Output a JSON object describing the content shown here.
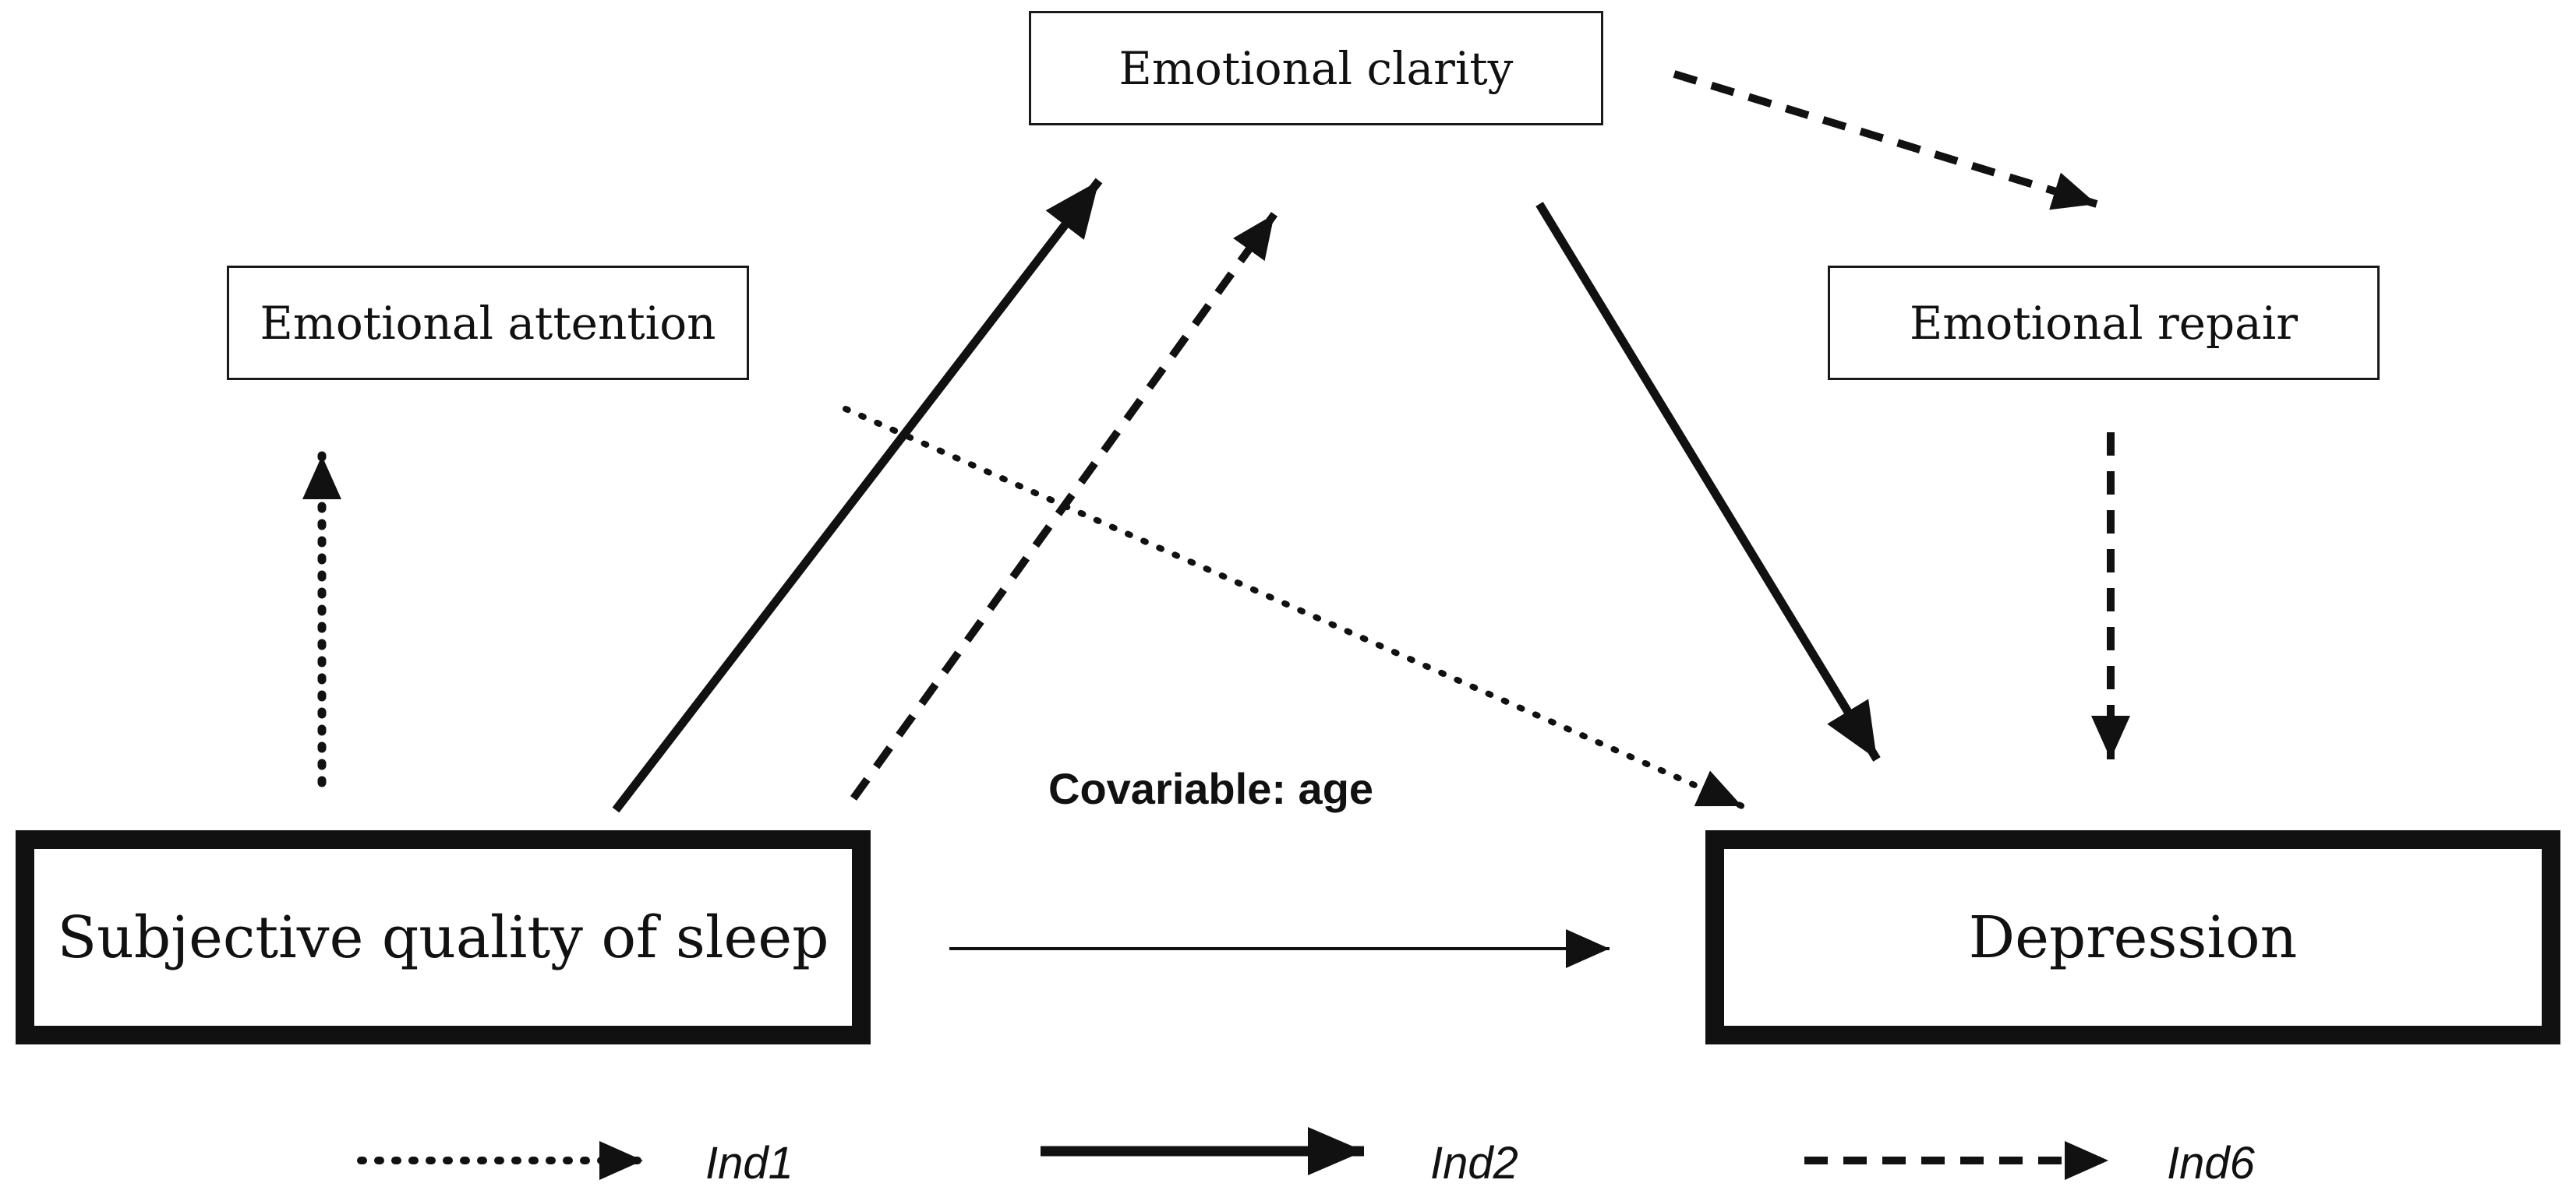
{
  "nodes": {
    "emotional_clarity": "Emotional clarity",
    "emotional_attention": "Emotional attention",
    "emotional_repair": "Emotional repair",
    "subjective_sleep_quality": "Subjective quality of sleep",
    "depression": "Depression"
  },
  "covariate": "Covariable: age",
  "legend": {
    "ind1": "Ind1",
    "ind2": "Ind2",
    "ind6": "Ind6"
  },
  "line_styles": {
    "ind1": "dotted",
    "ind2": "solid-thick",
    "ind6": "dashed",
    "direct": "solid-thin"
  },
  "colors": {
    "stroke": "#111111",
    "background": "#ffffff"
  }
}
